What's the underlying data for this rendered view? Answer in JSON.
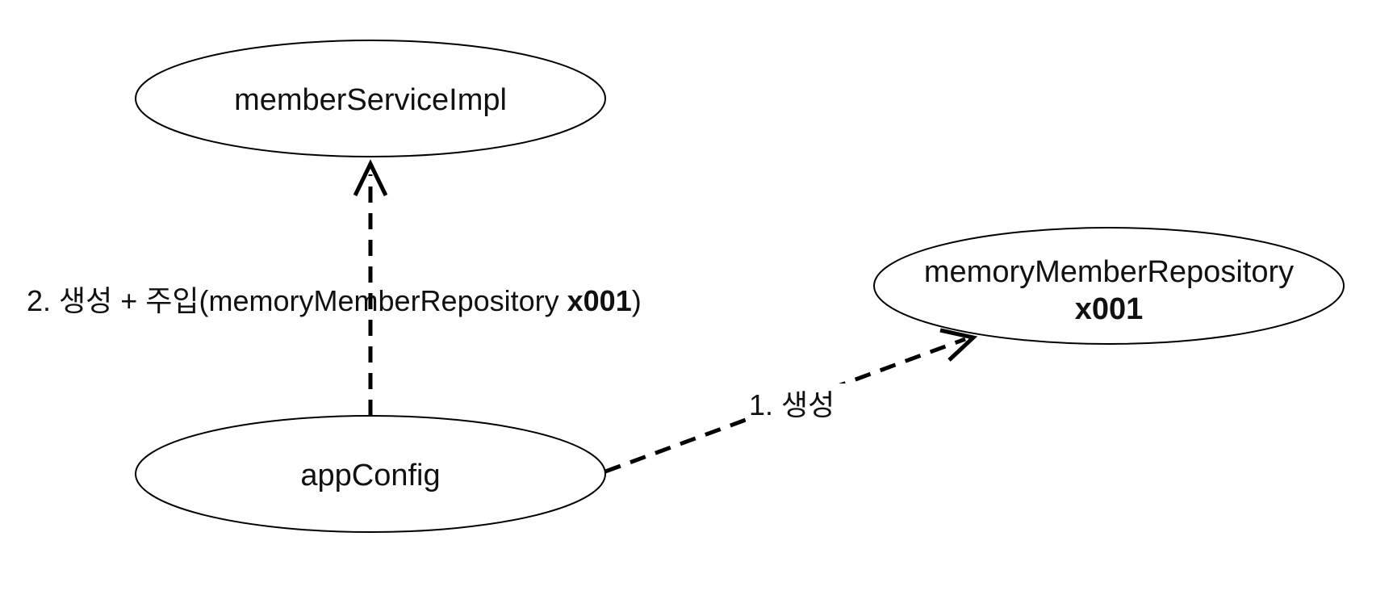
{
  "nodes": {
    "member_service_impl": {
      "label": "memberServiceImpl"
    },
    "memory_member_repository": {
      "label": "memoryMemberRepository",
      "address": "x001"
    },
    "app_config": {
      "label": "appConfig"
    }
  },
  "edges": {
    "create_repository": {
      "label": "1. 생성"
    },
    "create_and_inject": {
      "label_prefix": "2. 생성 + 주입(memoryMemberRepository ",
      "label_address": "x001",
      "label_suffix": ")"
    }
  }
}
